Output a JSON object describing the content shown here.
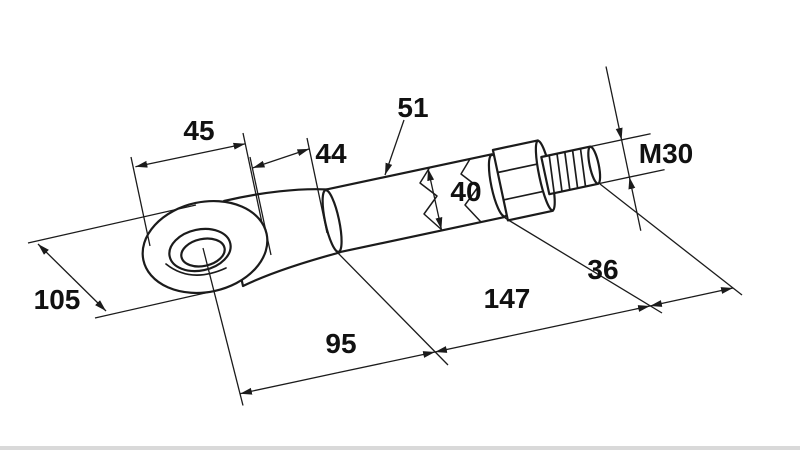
{
  "meta": {
    "type": "technical-drawing",
    "subject": "Eye bolt / towing eye with threaded shank, dimensioned"
  },
  "colors": {
    "ink": "#1b1b1b",
    "background": "#ffffff"
  },
  "dimensions": {
    "eye_outer_width": "45",
    "eye_hole": "44",
    "neck": "51",
    "shaft_diameter": "40",
    "thread_spec": "M30",
    "thread_length": "36",
    "shaft_length": "147",
    "eye_center_to_shaft": "95",
    "eye_width": "105"
  }
}
